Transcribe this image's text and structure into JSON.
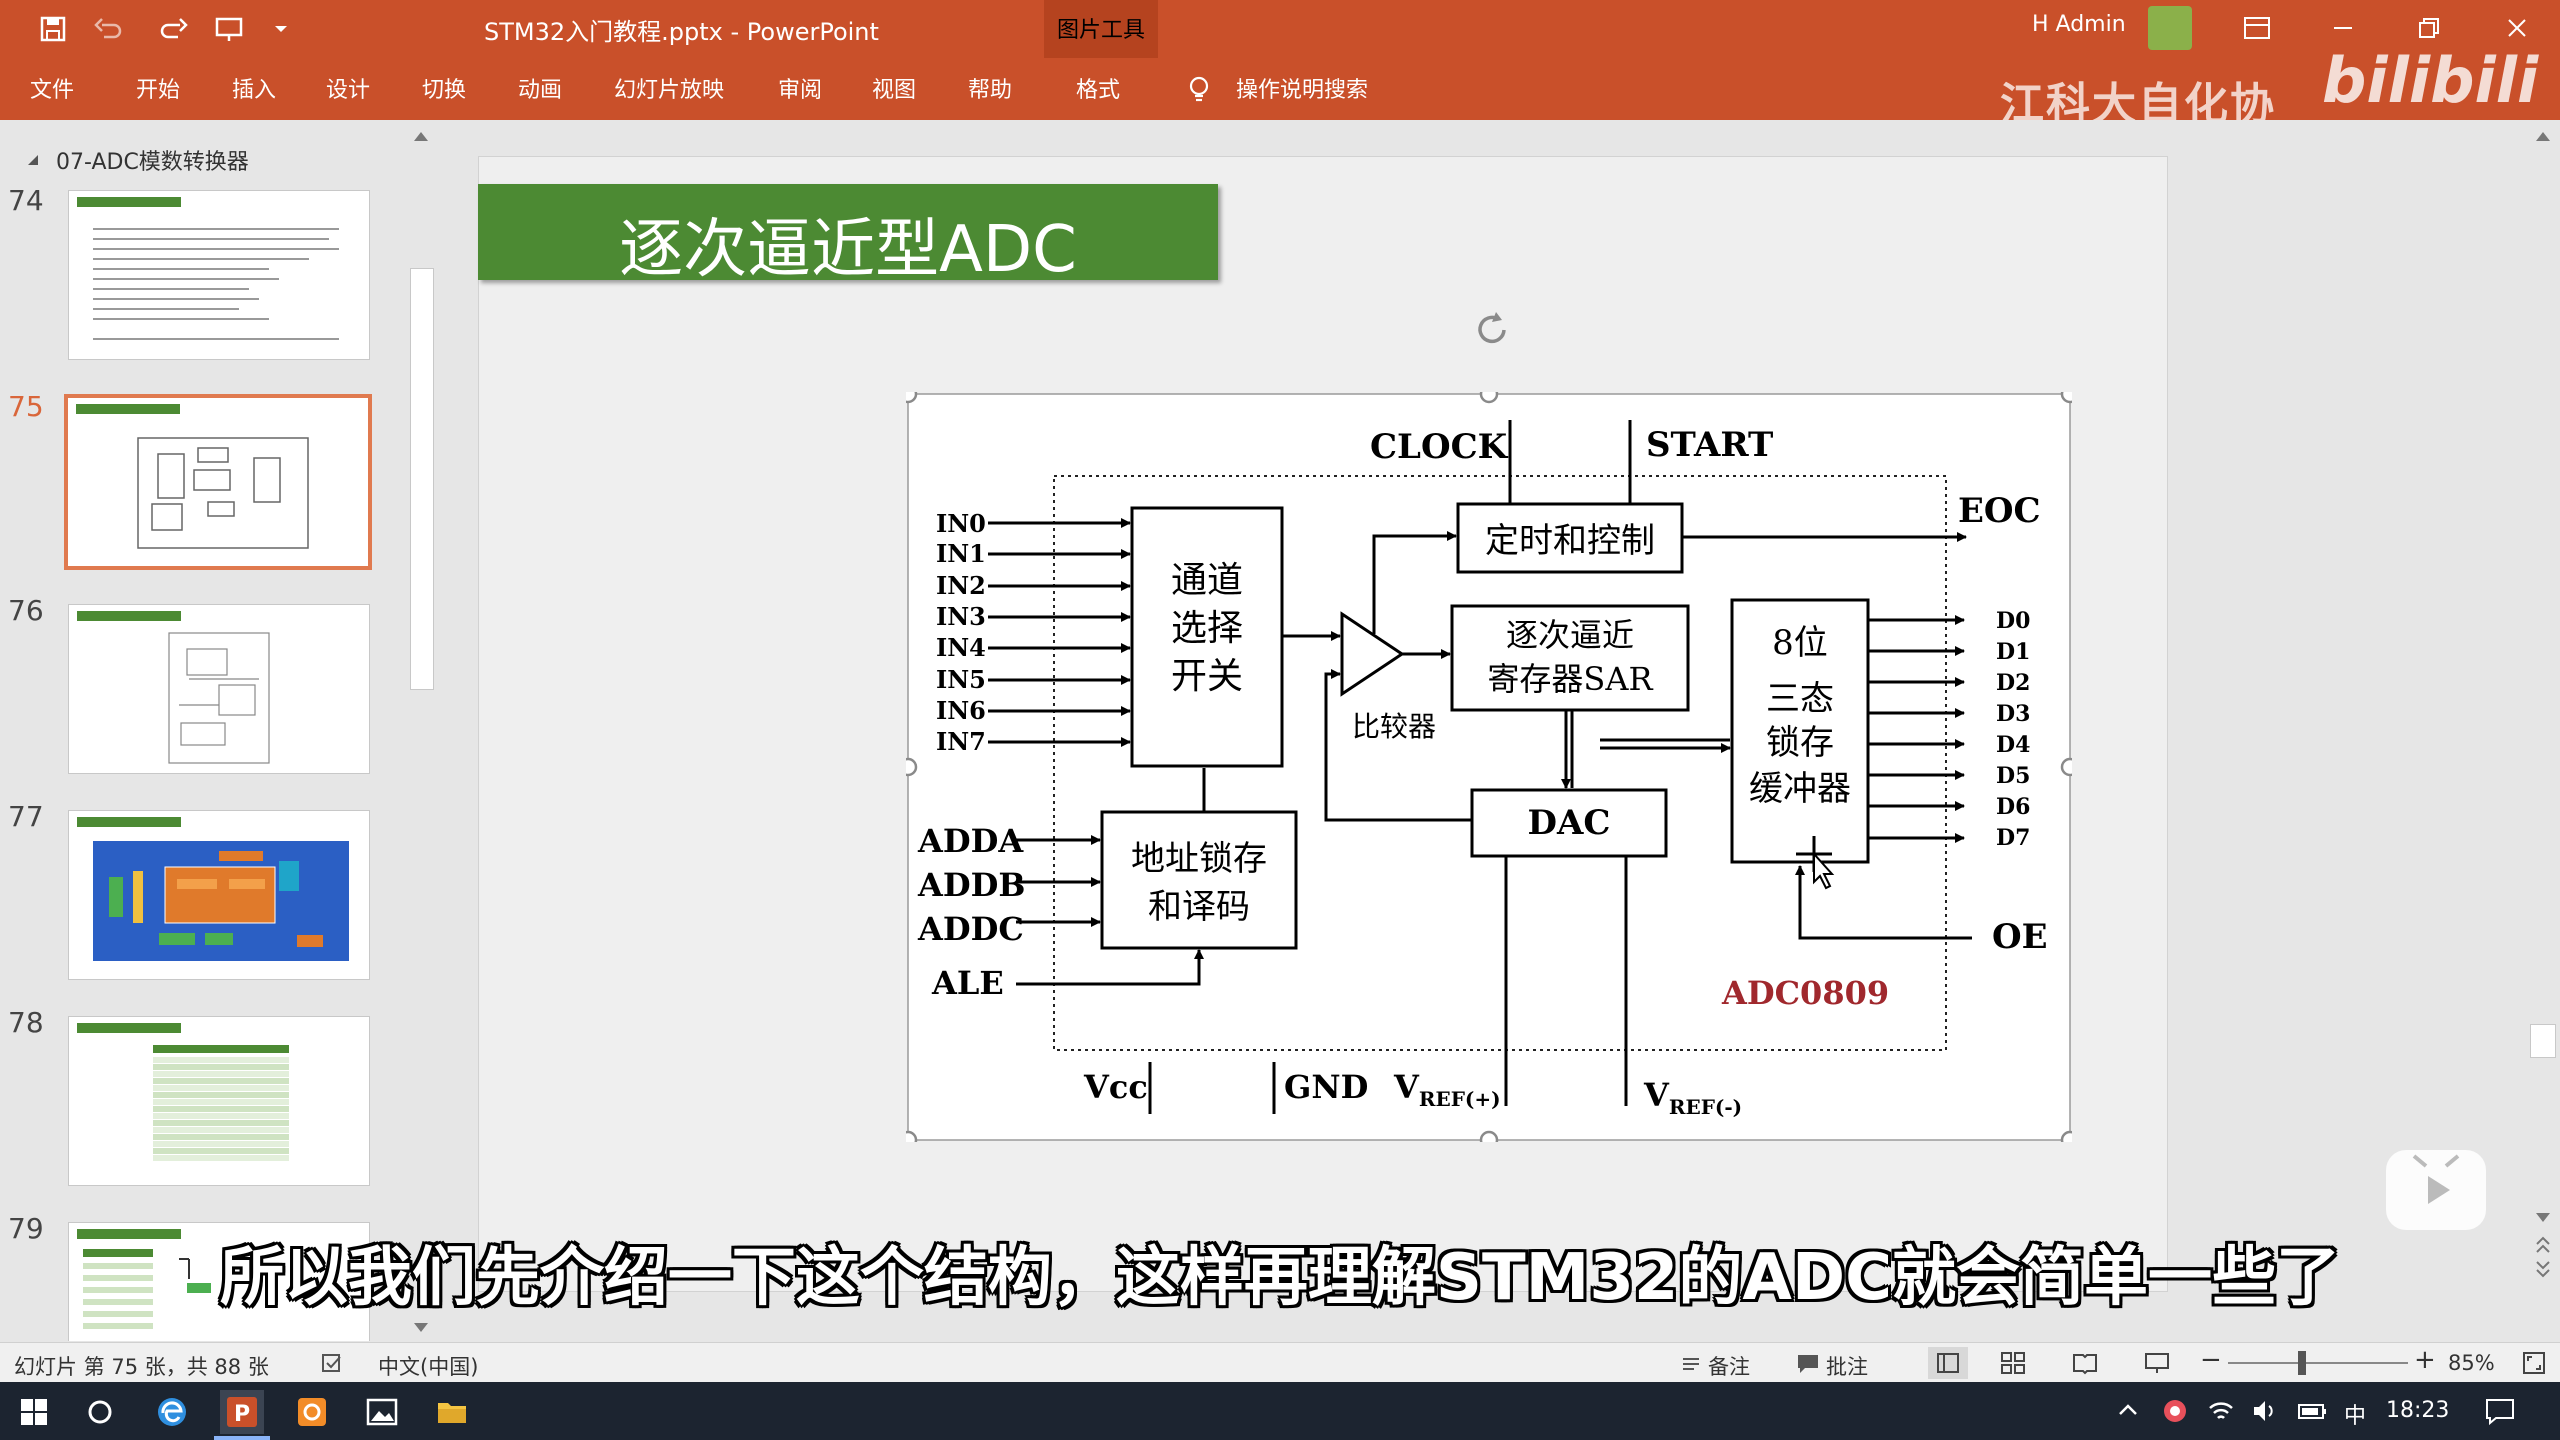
{
  "titlebar": {
    "document_title": "STM32入门教程.pptx - PowerPoint",
    "context_tool": "图片工具",
    "user": "H Admin",
    "brand": "江科大自化协",
    "bili": "bilibili"
  },
  "ribbon": {
    "tabs": [
      "文件",
      "开始",
      "插入",
      "设计",
      "切换",
      "动画",
      "幻灯片放映",
      "审阅",
      "视图",
      "帮助",
      "格式"
    ],
    "search": "操作说明搜索"
  },
  "thumbnails": {
    "section": "07-ADC模数转换器",
    "items": [
      {
        "num": "74",
        "title": "ADC简介"
      },
      {
        "num": "75",
        "title": "逐次逼近型ADC"
      },
      {
        "num": "76",
        "title": "ADC框图"
      },
      {
        "num": "77",
        "title": "ADC基本结构"
      },
      {
        "num": "78",
        "title": "输入通道"
      },
      {
        "num": "79",
        "title": "转换模式"
      }
    ]
  },
  "slide": {
    "title": "逐次逼近型ADC",
    "diagram": {
      "clock": "CLOCK",
      "start": "START",
      "eoc": "EOC",
      "inputs": [
        "IN0",
        "IN1",
        "IN2",
        "IN3",
        "IN4",
        "IN5",
        "IN6",
        "IN7"
      ],
      "mux_lines": [
        "通道",
        "选择",
        "开关"
      ],
      "latch_lines": [
        "地址锁存",
        "和译码"
      ],
      "addr": [
        "ADDA",
        "ADDB",
        "ADDC"
      ],
      "ale": "ALE",
      "timing": "定时和控制",
      "sar_lines": [
        "逐次逼近",
        "寄存器SAR"
      ],
      "comparator": "比较器",
      "dac": "DAC",
      "buffer_lines": [
        "8位",
        "三态",
        "锁存",
        "缓冲器"
      ],
      "outputs": [
        "D0",
        "D1",
        "D2",
        "D3",
        "D4",
        "D5",
        "D6",
        "D7"
      ],
      "oe": "OE",
      "chip": "ADC0809",
      "vcc": "Vcc",
      "gnd": "GND",
      "vref": "V",
      "vref_pos_sub": "REF(+)",
      "vref_neg_sub": "REF(-)",
      "chip_color": "#a0282d"
    }
  },
  "subtitle": "所以我们先介绍一下这个结构，这样再理解STM32的ADC就会简单一些了",
  "statusbar": {
    "slide_info": "幻灯片 第 75 张，共 88 张",
    "language": "中文(中国)",
    "notes": "备注",
    "comments": "批注",
    "zoom": "85%"
  },
  "taskbar": {
    "ime": "中",
    "time": "18:23"
  },
  "colors": {
    "accent": "#c9502a",
    "title_green": "#4c8a33"
  }
}
